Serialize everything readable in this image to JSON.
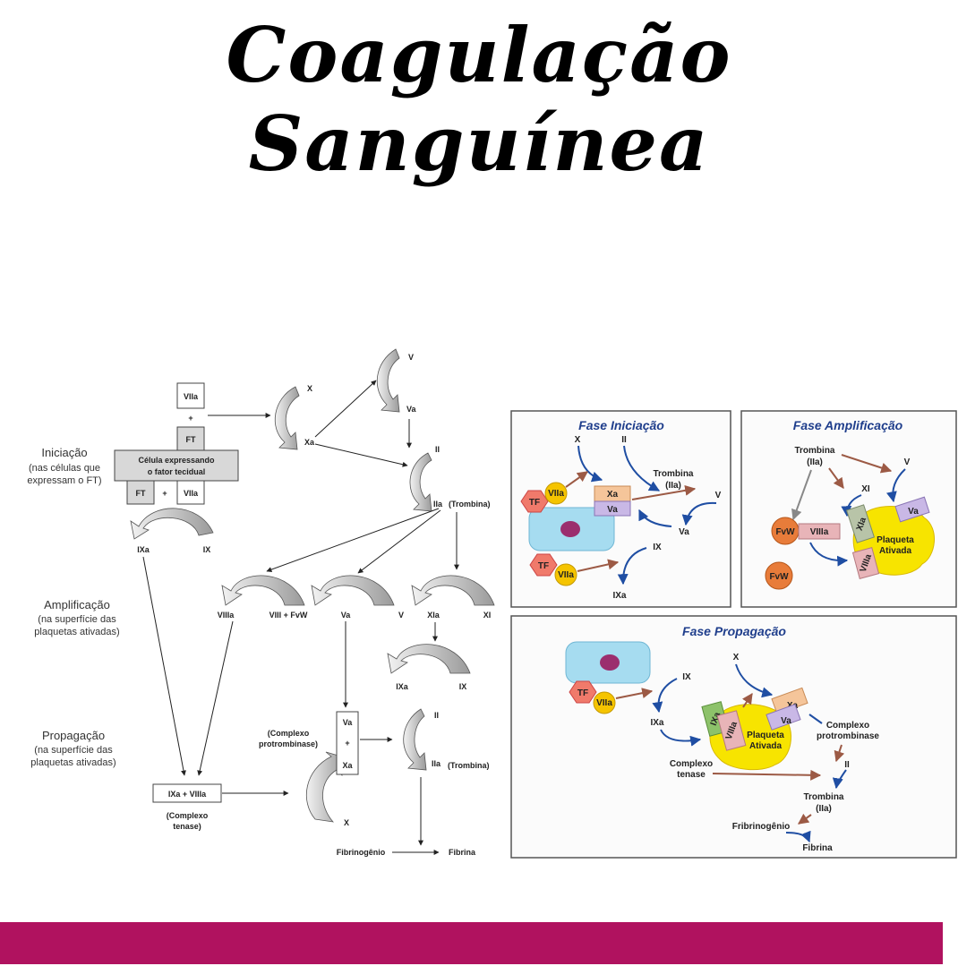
{
  "title": "Coagulação  Sanguínea",
  "flowchart": {
    "phases": {
      "iniciacao": {
        "name": "Iniciação",
        "desc1": "(nas células que",
        "desc2": "expressam o FT)"
      },
      "amplificacao": {
        "name": "Amplificação",
        "desc1": "(na superfície das",
        "desc2": "plaquetas ativadas)"
      },
      "propagacao": {
        "name": "Propagação",
        "desc1": "(na superfície das",
        "desc2": "plaquetas ativadas)"
      }
    },
    "cell_box": {
      "line1": "Célula expressando",
      "line2": "o fator tecidual"
    },
    "labels": {
      "viia_top": "VIIa",
      "plus1": "+",
      "ft_top": "FT",
      "ft_bottom": "FT",
      "plus2": "+",
      "viia_bottom": "VIIa",
      "ixa_left": "IXa",
      "ix_left": "IX",
      "x_top": "X",
      "xa_top": "Xa",
      "v_top": "V",
      "va_top": "Va",
      "ii_top": "II",
      "iia_top": "IIa",
      "trombina_top": "(Trombina)",
      "viiia": "VIIIa",
      "viii_fvw": "VIII + FvW",
      "va_mid": "Va",
      "v_mid": "V",
      "xia": "XIa",
      "xi": "XI",
      "ixa_mid": "IXa",
      "ix_mid": "IX",
      "complexo_pro1": "(Complexo",
      "complexo_pro2": "protrombinase)",
      "va_box": "Va",
      "plus3": "+",
      "xa_box": "Xa",
      "ii_bottom": "II",
      "iia_bottom": "IIa",
      "trombina_bottom": "(Trombina)",
      "tenase_box": "IXa + VIIIa",
      "complexo_ten1": "(Complexo",
      "complexo_ten2": "tenase)",
      "x_bottom": "X",
      "fibrinogenio": "Fibrinogênio",
      "fibrina": "Fibrina"
    }
  },
  "panels": {
    "iniciacao": {
      "title": "Fase Iniciação",
      "x": "X",
      "ii": "II",
      "trombina": "Trombina",
      "iia": "(IIa)",
      "v": "V",
      "va_out": "Va",
      "tf1": "TF",
      "viia1": "VIIa",
      "xa": "Xa",
      "va": "Va",
      "ix": "IX",
      "tf2": "TF",
      "viia2": "VIIa",
      "ixa": "IXa"
    },
    "amplificacao": {
      "title": "Fase Amplificação",
      "trombina": "Trombina",
      "iia": "(IIa)",
      "v": "V",
      "xi": "XI",
      "fvw1": "FvW",
      "viiia": "VIIIa",
      "xia": "XIa",
      "va": "Va",
      "plaqueta1": "Plaqueta",
      "plaqueta2": "Ativada",
      "viiia2": "VIIIa",
      "fvw2": "FvW"
    },
    "propagacao": {
      "title": "Fase Propagação",
      "ix": "IX",
      "x": "X",
      "tf": "TF",
      "viia": "VIIa",
      "ixa": "IXa",
      "ixa_c": "IXa",
      "viiia": "VIIIa",
      "plaqueta1": "Plaqueta",
      "plaqueta2": "Ativada",
      "xa": "Xa",
      "va": "Va",
      "complexo_pro1": "Complexo",
      "complexo_pro2": "protrombinase",
      "complexo_ten1": "Complexo",
      "complexo_ten2": "tenase",
      "ii": "II",
      "trombina": "Trombina",
      "iia": "(IIa)",
      "fibrinogenio": "Fribrinogênio",
      "fibrina": "Fibrina"
    }
  },
  "colors": {
    "footer": "#b0125f",
    "panel_title": "#1f3e8c",
    "plaqueta": "#f7e400",
    "cell": "#a6dcf0"
  }
}
